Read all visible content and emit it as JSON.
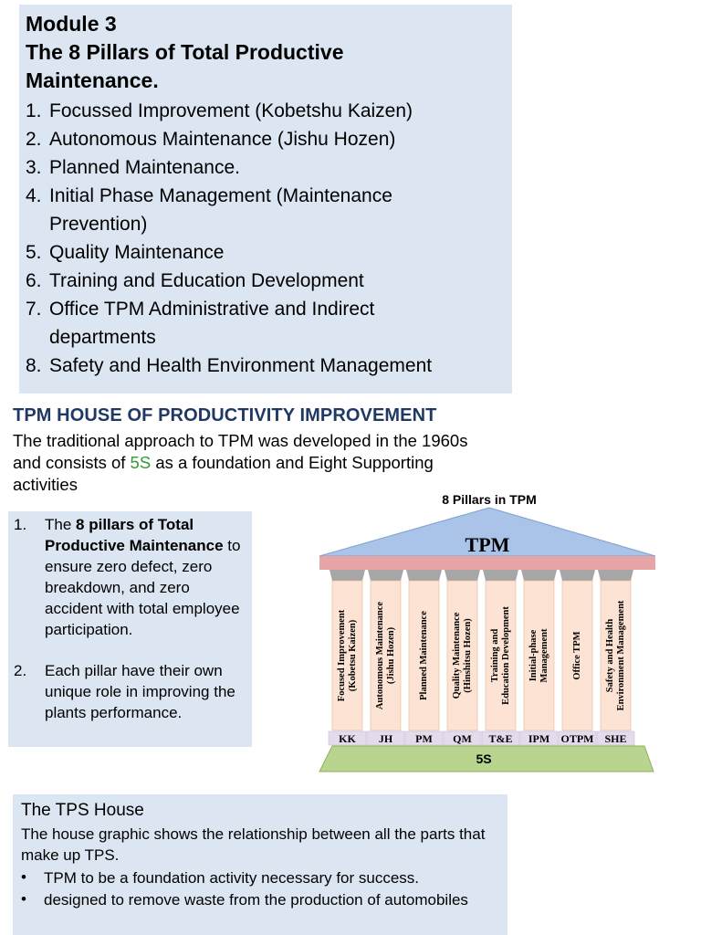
{
  "module": {
    "heading_line1": "Module 3",
    "heading_line2": "The 8 Pillars of Total Productive",
    "heading_line3": "Maintenance.",
    "items": [
      {
        "num": "1.",
        "text": "Focussed Improvement (Kobetshu Kaizen)"
      },
      {
        "num": "2.",
        "text": "Autonomous Maintenance (Jishu Hozen)"
      },
      {
        "num": "3.",
        "text": "Planned Maintenance."
      },
      {
        "num": "4.",
        "text": "Initial Phase Management (Maintenance Prevention)"
      },
      {
        "num": "5.",
        "text": "Quality Maintenance"
      },
      {
        "num": "6.",
        "text": "Training and Education Development"
      },
      {
        "num": "7.",
        "text": "Office TPM Administrative and Indirect departments"
      },
      {
        "num": "8.",
        "text": "Safety and Health Environment Management"
      }
    ]
  },
  "house_section": {
    "heading": "TPM HOUSE OF PRODUCTIVITY IMPROVEMENT",
    "intro_part1": "The traditional approach to TPM was developed in the 1960s and consists of ",
    "intro_accent": "5S",
    "intro_part2": " as a foundation and Eight Supporting activities"
  },
  "notes": [
    {
      "num": "1.",
      "prefix": "The ",
      "bold": "8 pillars of Total Productive Maintenance",
      "suffix": " to ensure zero defect, zero breakdown, and zero accident with total employee participation."
    },
    {
      "num": "2.",
      "prefix": "Each pillar have their own unique role in improving the plants performance.",
      "bold": "",
      "suffix": ""
    }
  ],
  "diagram": {
    "title": "8 Pillars in TPM",
    "roof_label": "TPM",
    "foundation_label": "5S",
    "colors": {
      "roof": "#a9c4e8",
      "beam": "#e8a5a8",
      "capital": "#a6a6a6",
      "pillar": "#fde3d3",
      "label_strip": "#e4dcec",
      "foundation": "#b8d48e"
    },
    "pillars": [
      {
        "line1": "Focused Improvement",
        "line2": "(Kobetsu Kaizen)",
        "abbr": "KK"
      },
      {
        "line1": "Autonomous Maintenance",
        "line2": "(Jishu Hozen)",
        "abbr": "JH"
      },
      {
        "line1": "Planned Maintenance",
        "line2": "",
        "abbr": "PM"
      },
      {
        "line1": "Quality Maintenance",
        "line2": "(Hinshitsu Hozen)",
        "abbr": "QM"
      },
      {
        "line1": "Training and",
        "line2": "Education Development",
        "abbr": "T&E"
      },
      {
        "line1": "Initial-phase",
        "line2": "Management",
        "abbr": "IPM"
      },
      {
        "line1": "Office TPM",
        "line2": "",
        "abbr": "OTPM"
      },
      {
        "line1": "Safety and Health",
        "line2": "Environment Management",
        "abbr": "SHE"
      }
    ]
  },
  "tps": {
    "title": "The TPS House",
    "text": "The house graphic shows the relationship between all the parts that make up TPS.",
    "bullets": [
      "TPM to be a foundation activity necessary for success.",
      "designed to remove waste from the production of automobiles"
    ]
  }
}
